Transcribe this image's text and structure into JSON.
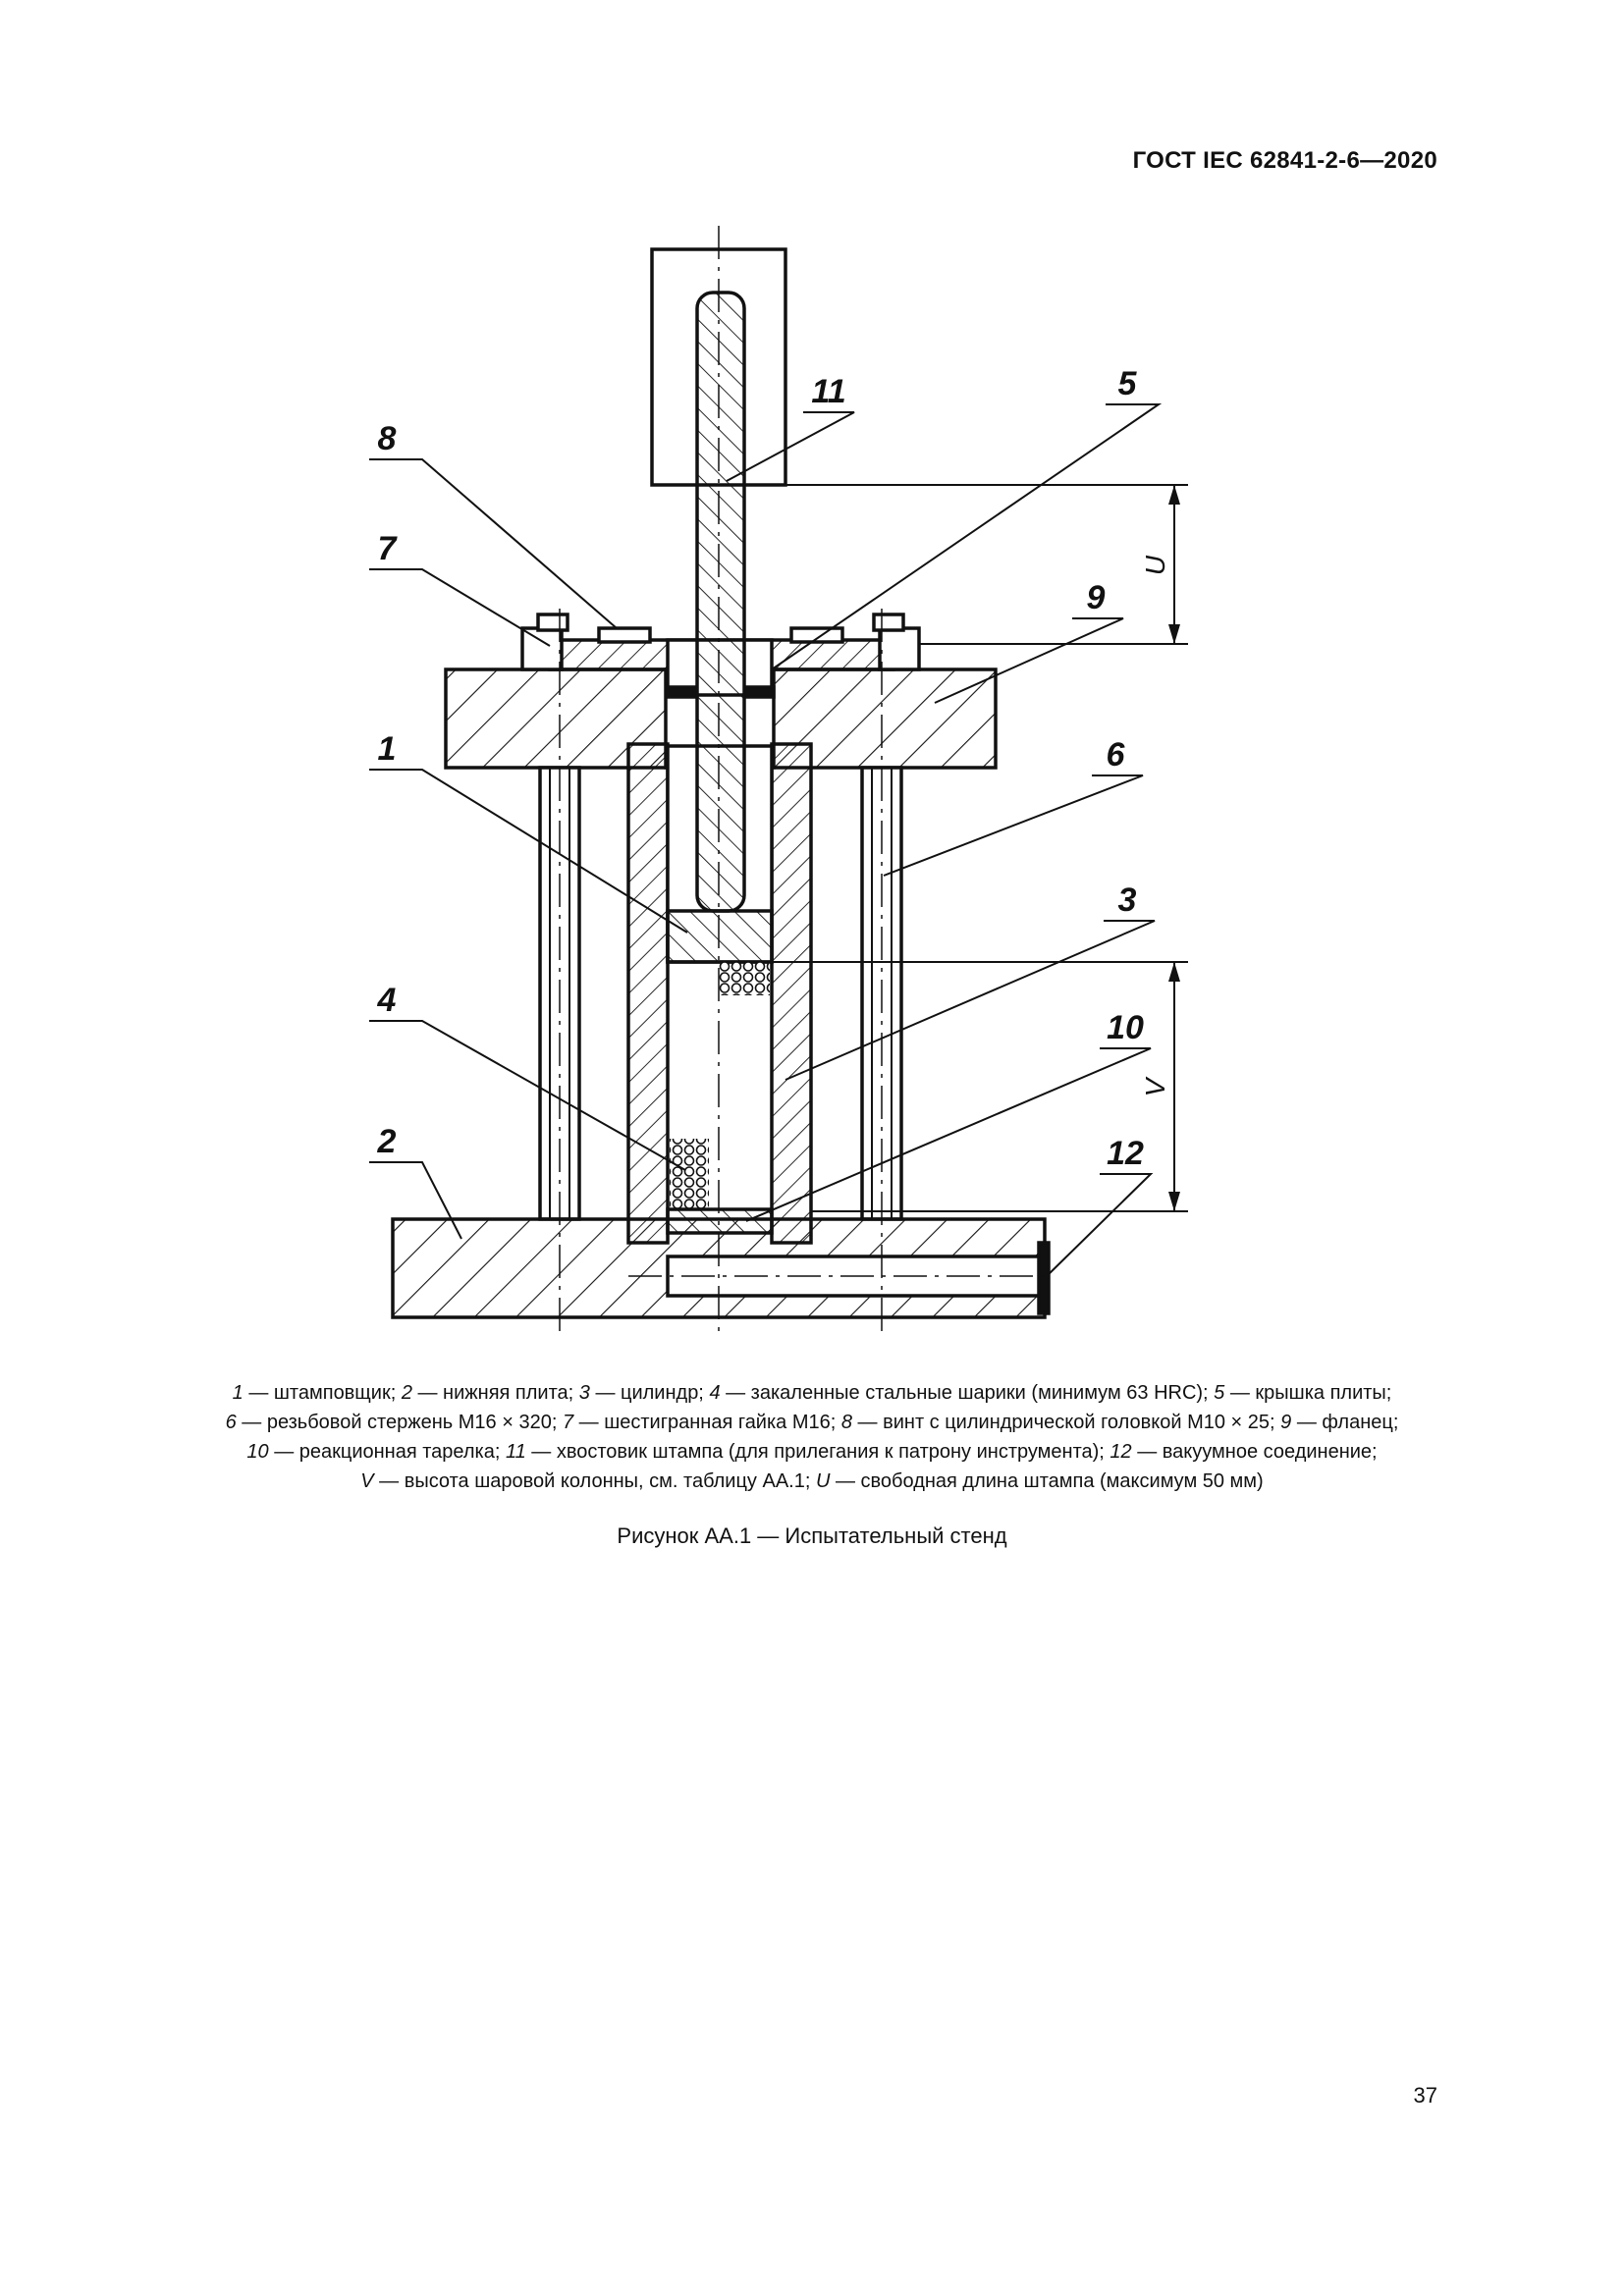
{
  "header": {
    "standard": "ГОСТ IEC 62841-2-6—2020"
  },
  "figure": {
    "callouts": [
      "1",
      "2",
      "3",
      "4",
      "5",
      "6",
      "7",
      "8",
      "9",
      "10",
      "11",
      "12"
    ],
    "dimensions": {
      "u": "U",
      "v": "V"
    }
  },
  "legend": [
    {
      "num": "1",
      "text": " — штамповщик; "
    },
    {
      "num": "2",
      "text": " — нижняя плита; "
    },
    {
      "num": "3",
      "text": " — цилиндр; "
    },
    {
      "num": "4",
      "text": " — закаленные стальные шарики (минимум 63 HRC); "
    },
    {
      "num": "5",
      "text": " — крышка плиты;"
    },
    {
      "num": "6",
      "text": " — резьбовой стержень М16 × 320; "
    },
    {
      "num": "7",
      "text": " — шестигранная гайка М16; "
    },
    {
      "num": "8",
      "text": " — винт с цилиндрической головкой М10 × 25; "
    },
    {
      "num": "9",
      "text": " — фланец;"
    },
    {
      "num": "10",
      "text": " — реакционная тарелка; "
    },
    {
      "num": "11",
      "text": " — хвостовик штампа (для прилегания к патрону инструмента); "
    },
    {
      "num": "12",
      "text": " — вакуумное соединение;"
    },
    {
      "num": "V",
      "text": " — высота шаровой колонны, см. таблицу АА.1; "
    },
    {
      "num": "U",
      "text": " — свободная длина штампа (максимум 50 мм)"
    }
  ],
  "caption": "Рисунок АА.1 — Испытательный стенд",
  "page_number": "37"
}
